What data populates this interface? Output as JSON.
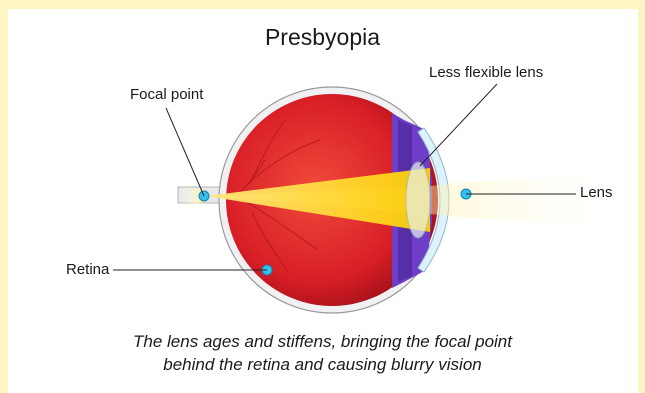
{
  "title": "Presbyopia",
  "labels": {
    "focal_point": "Focal point",
    "less_flexible_lens": "Less flexible lens",
    "lens": "Lens",
    "retina": "Retina"
  },
  "caption": {
    "line1": "The lens ages and stiffens, bringing the focal point",
    "line2": "behind the retina and causing blurry vision"
  },
  "colors": {
    "background": "#fdf6c3",
    "eyeball": "#e0262a",
    "light_beam": "#ffd400",
    "marker": "#35c0f0"
  }
}
